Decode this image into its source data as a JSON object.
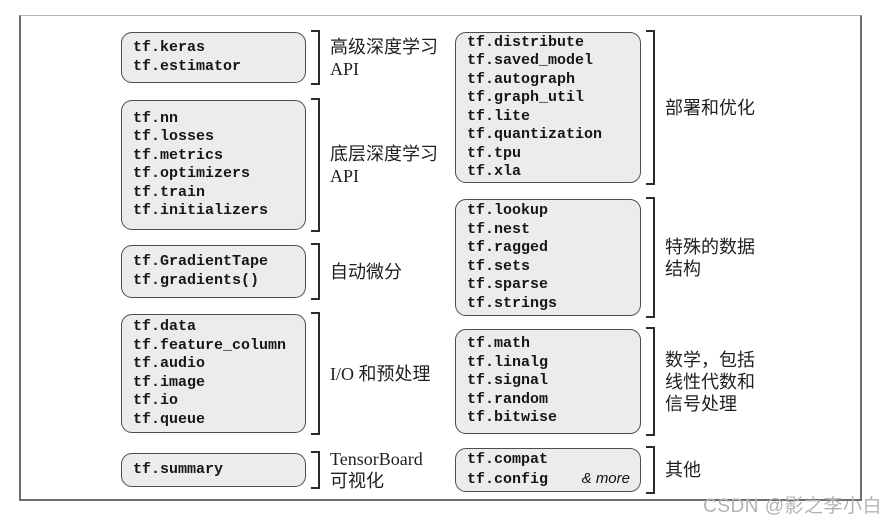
{
  "watermark": "CSDN @影之李小白",
  "groups": [
    {
      "id": "high-level-api",
      "lines": [
        "tf.keras",
        "tf.estimator"
      ],
      "label_lines": [
        "高级深度学习",
        "API"
      ]
    },
    {
      "id": "low-level-api",
      "lines": [
        "tf.nn",
        "tf.losses",
        "tf.metrics",
        "tf.optimizers",
        "tf.train",
        "tf.initializers"
      ],
      "label_lines": [
        "底层深度学习",
        "API"
      ]
    },
    {
      "id": "autodiff",
      "lines": [
        "tf.GradientTape",
        "tf.gradients()"
      ],
      "label_lines": [
        "自动微分"
      ]
    },
    {
      "id": "io-preprocessing",
      "lines": [
        "tf.data",
        "tf.feature_column",
        "tf.audio",
        "tf.image",
        "tf.io",
        "tf.queue"
      ],
      "label_lines": [
        "I/O 和预处理"
      ]
    },
    {
      "id": "tensorboard",
      "lines": [
        "tf.summary"
      ],
      "label_lines": [
        "TensorBoard",
        "可视化"
      ]
    },
    {
      "id": "deployment-optimization",
      "lines": [
        "tf.distribute",
        "tf.saved_model",
        "tf.autograph",
        "tf.graph_util",
        "tf.lite",
        "tf.quantization",
        "tf.tpu",
        "tf.xla"
      ],
      "label_lines": [
        "部署和优化"
      ]
    },
    {
      "id": "special-data-structures",
      "lines": [
        "tf.lookup",
        "tf.nest",
        "tf.ragged",
        "tf.sets",
        "tf.sparse",
        "tf.strings"
      ],
      "label_lines": [
        "特殊的数据",
        "结构"
      ]
    },
    {
      "id": "math",
      "lines": [
        "tf.math",
        "tf.linalg",
        "tf.signal",
        "tf.random",
        "tf.bitwise"
      ],
      "label_lines": [
        "数学，包括",
        "线性代数和",
        "信号处理"
      ]
    },
    {
      "id": "other",
      "lines": [
        "tf.compat",
        "tf.config"
      ],
      "more_label": "& more",
      "label_lines": [
        "其他"
      ]
    }
  ]
}
